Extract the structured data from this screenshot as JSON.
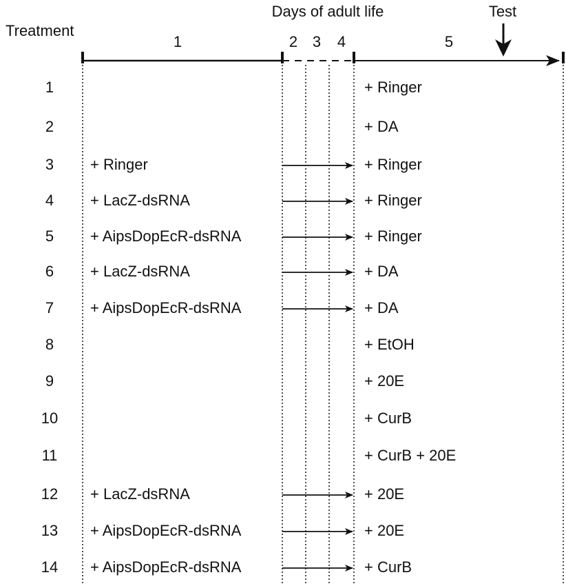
{
  "header": {
    "title": "Days of adult life",
    "test_label": "Test",
    "treatment_label": "Treatment",
    "day_labels": [
      "1",
      "2",
      "3",
      "4",
      "5"
    ]
  },
  "treatments": [
    {
      "num": "1",
      "left": "",
      "right": "+ Ringer",
      "arrow": false
    },
    {
      "num": "2",
      "left": "",
      "right": "+ DA",
      "arrow": false
    },
    {
      "num": "3",
      "left": "+ Ringer",
      "right": "+ Ringer",
      "arrow": true
    },
    {
      "num": "4",
      "left": "+ LacZ-dsRNA",
      "right": "+ Ringer",
      "arrow": true
    },
    {
      "num": "5",
      "left": "+ AipsDopEcR-dsRNA",
      "right": "+ Ringer",
      "arrow": true
    },
    {
      "num": "6",
      "left": "+ LacZ-dsRNA",
      "right": "+ DA",
      "arrow": true
    },
    {
      "num": "7",
      "left": "+ AipsDopEcR-dsRNA",
      "right": "+ DA",
      "arrow": true
    },
    {
      "num": "8",
      "left": "",
      "right": "+ EtOH",
      "arrow": false
    },
    {
      "num": "9",
      "left": "",
      "right": "+ 20E",
      "arrow": false
    },
    {
      "num": "10",
      "left": "",
      "right": "+ CurB",
      "arrow": false
    },
    {
      "num": "11",
      "left": "",
      "right": "+ CurB + 20E",
      "arrow": false
    },
    {
      "num": "12",
      "left": "+ LacZ-dsRNA",
      "right": "+ 20E",
      "arrow": true
    },
    {
      "num": "13",
      "left": "+ AipsDopEcR-dsRNA",
      "right": "+ 20E",
      "arrow": true
    },
    {
      "num": "14",
      "left": "+ AipsDopEcR-dsRNA",
      "right": "+ CurB",
      "arrow": true
    }
  ]
}
